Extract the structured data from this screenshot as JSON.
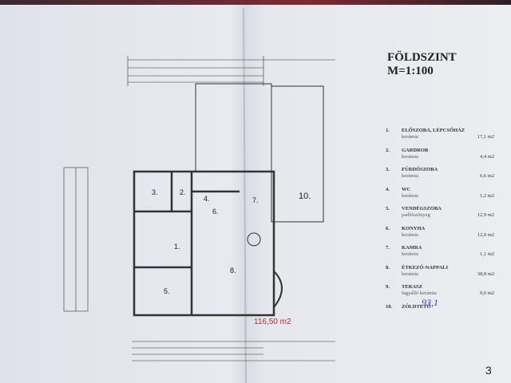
{
  "header": {
    "title": "FÖLDSZINT",
    "scale": "M=1:100"
  },
  "legend": [
    {
      "no": "1.",
      "name": "ELŐSZOBA, LÉPCSŐHÁZ",
      "material": "kerámia",
      "area": "17,1 m2"
    },
    {
      "no": "2.",
      "name": "GARDROB",
      "material": "kerámia",
      "area": "4,4 m2"
    },
    {
      "no": "3.",
      "name": "FÜRDŐSZOBA",
      "material": "kerámia",
      "area": "6,6 m2"
    },
    {
      "no": "4.",
      "name": "WC",
      "material": "kerámia",
      "area": "1,2 m2"
    },
    {
      "no": "5.",
      "name": "VENDÉGSZOBA",
      "material": "padlószőnyeg",
      "area": "12,9 m2"
    },
    {
      "no": "6.",
      "name": "KONYHA",
      "material": "kerámia",
      "area": "12,0 m2"
    },
    {
      "no": "7.",
      "name": "KAMRA",
      "material": "kerámia",
      "area": "1,1 m2"
    },
    {
      "no": "8.",
      "name": "ÉTKEZŐ-NAPPALI",
      "material": "kerámia",
      "area": "38,8 m2"
    },
    {
      "no": "9.",
      "name": "TERASZ",
      "material": "fagyálló kerámia",
      "area": "9,0 m2"
    },
    {
      "no": "10.",
      "name": "ZÖLDTETŐ",
      "material": "",
      "area": ""
    }
  ],
  "rooms": {
    "r1": "1.",
    "r2": "2.",
    "r3": "3.",
    "r4": "4.",
    "r5": "5.",
    "r6": "6.",
    "r7": "7.",
    "r8": "8.",
    "r10": "10."
  },
  "annotations": {
    "red": "116,50 m2",
    "handwritten": "93,1",
    "page": "3"
  }
}
